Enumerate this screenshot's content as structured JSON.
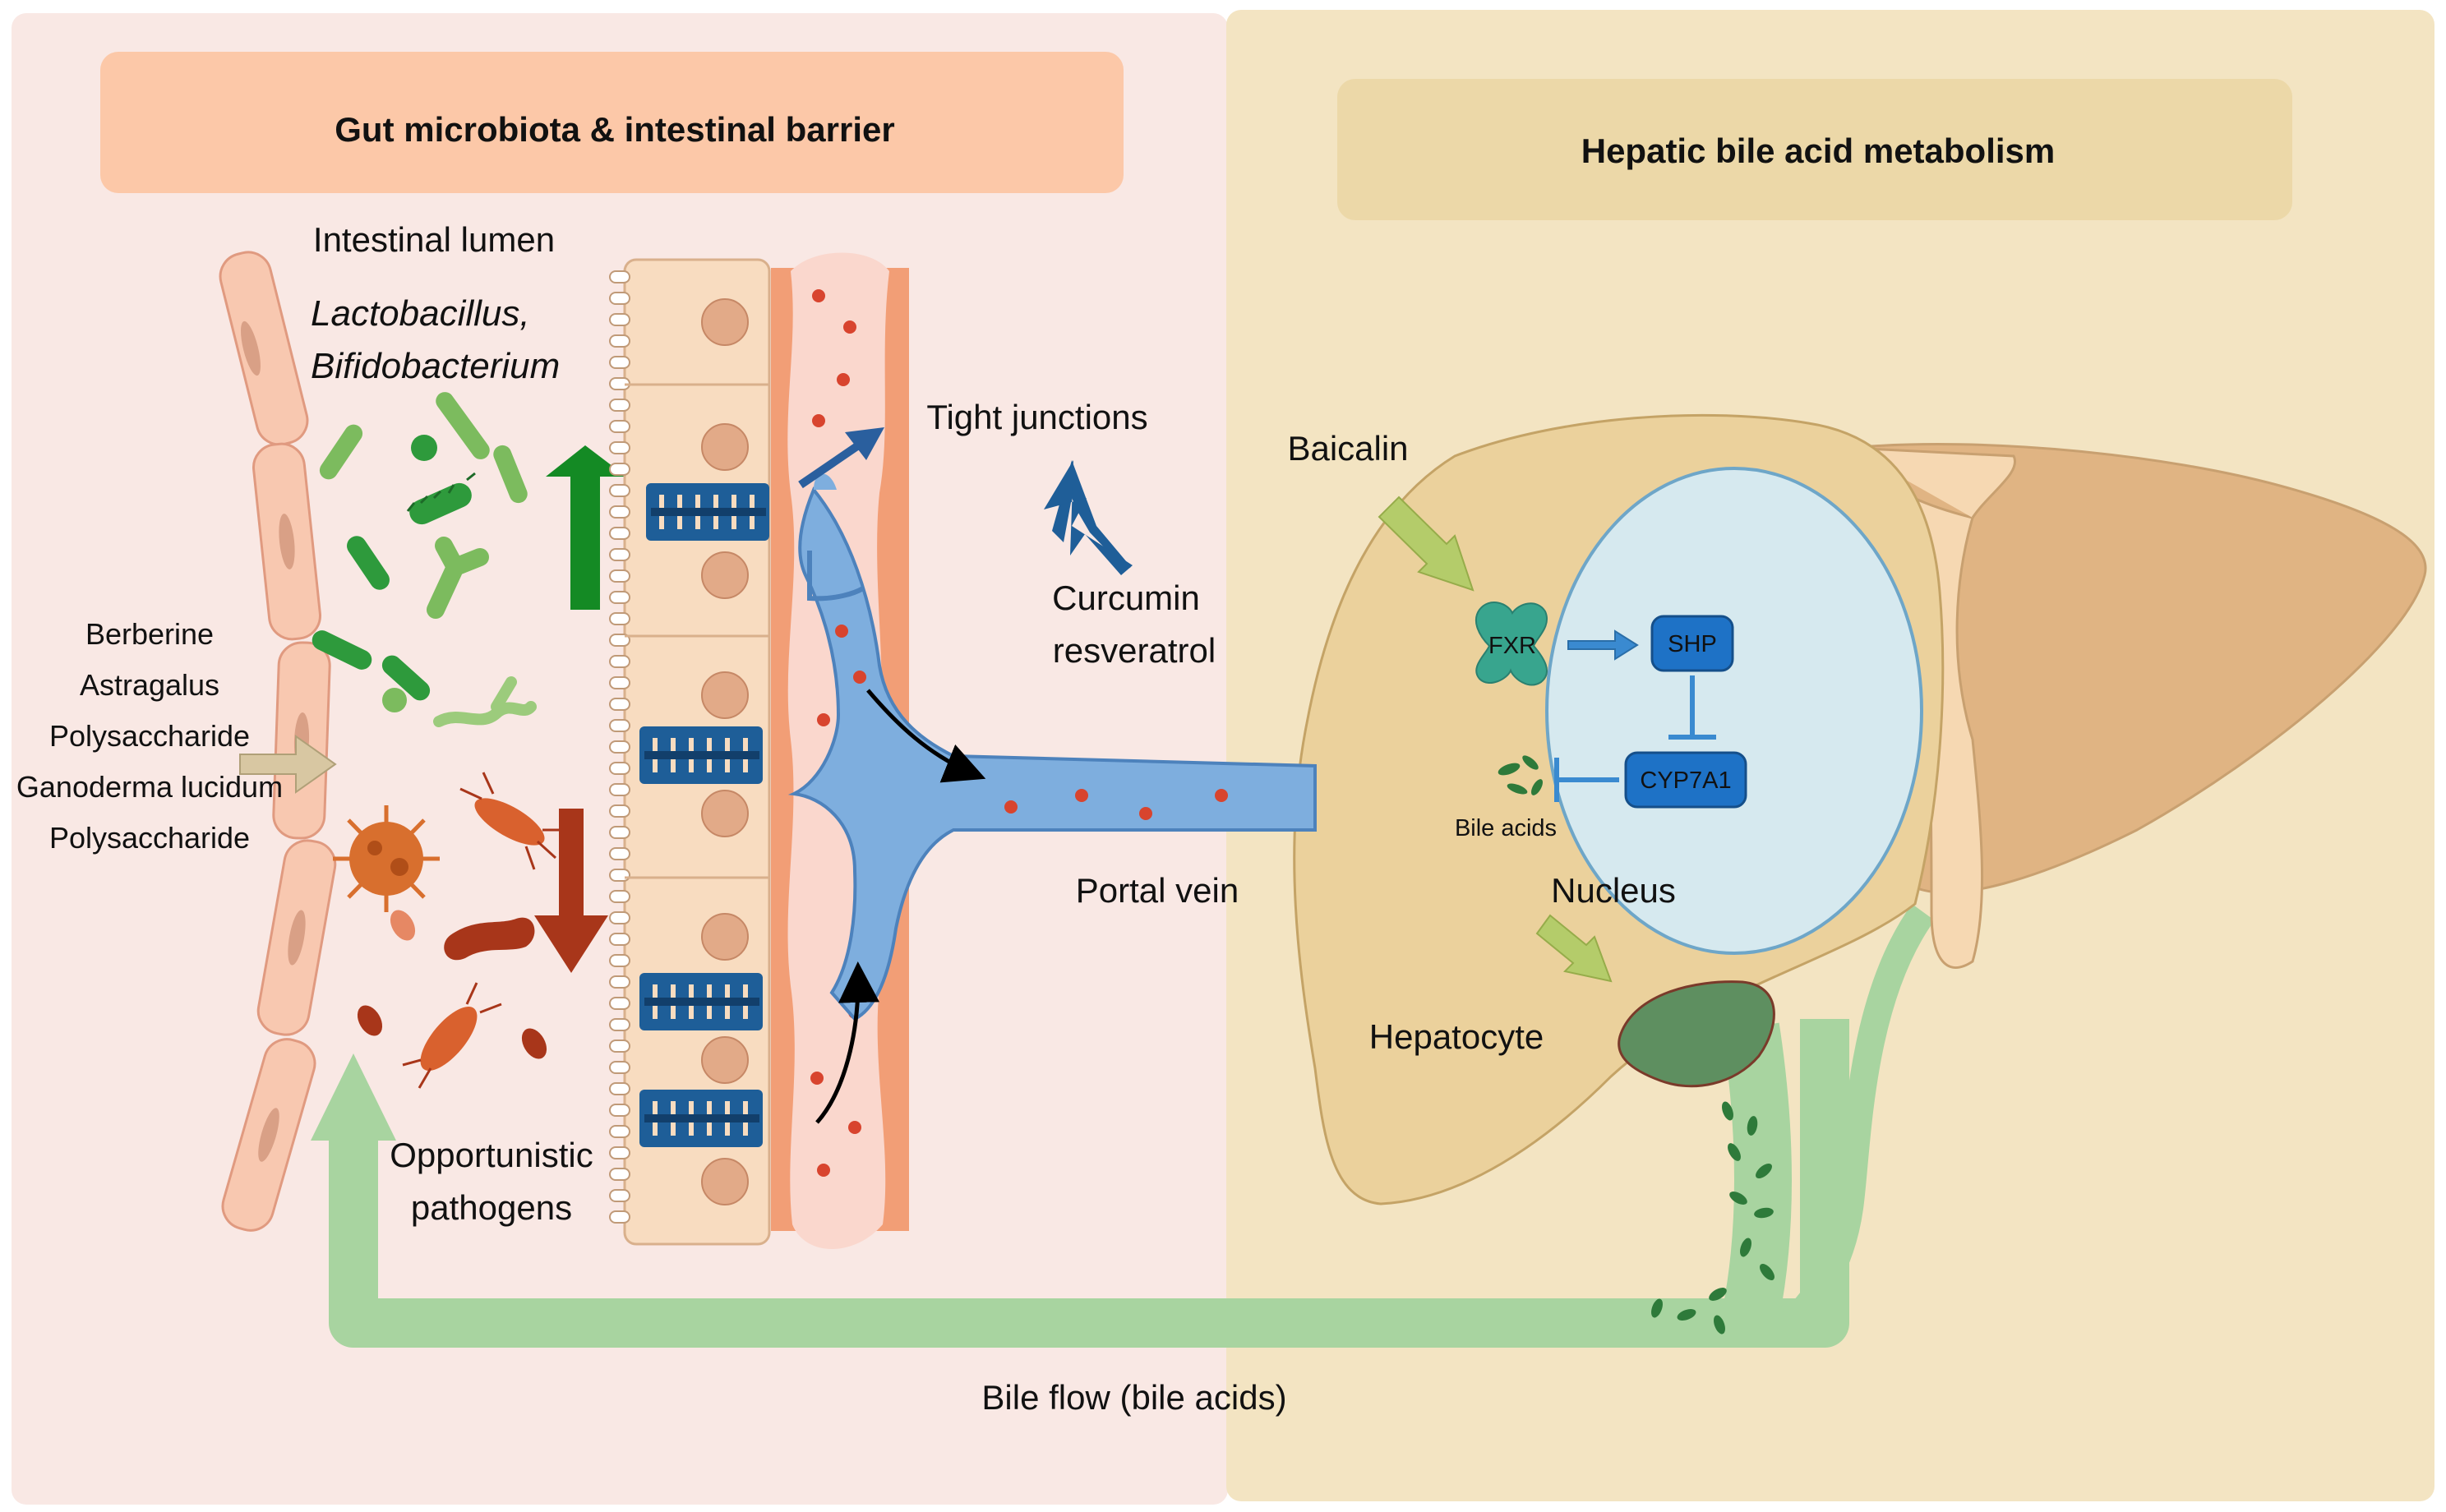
{
  "panels": {
    "left_title": "Gut microbiota & intestinal barrier",
    "right_title": "Hepatic bile acid metabolism"
  },
  "gut": {
    "lumen_label": "Intestinal lumen",
    "beneficial_line1": "Lactobacillus,",
    "beneficial_line2": "Bifidobacterium",
    "pathogens_line1": "Opportunistic",
    "pathogens_line2": "pathogens",
    "tight_junctions": "Tight junctions",
    "curcumin_line1": "Curcumin",
    "curcumin_line2": "resveratrol",
    "portal_vein": "Portal vein",
    "treatments": [
      "Berberine",
      "Astragalus",
      "Polysaccharide",
      "Ganoderma lucidum",
      "Polysaccharide"
    ]
  },
  "liver": {
    "baicalin": "Baicalin",
    "fxr": "FXR",
    "shp": "SHP",
    "cyp7a1": "CYP7A1",
    "bile_acids": "Bile acids",
    "nucleus": "Nucleus",
    "hepatocyte": "Hepatocyte"
  },
  "bile_flow": "Bile flow (bile acids)",
  "colors": {
    "left_bg": "#f9e8e4",
    "right_bg": "#f3e4c2",
    "left_header": "#fcc8a8",
    "right_header": "#ecd8a8",
    "vein": "#7eaede",
    "tight_junction": "#1e5e98",
    "beneficial_arrow": "#148a24",
    "pathogen_arrow": "#a8361a",
    "bile_green": "#a8d4a0",
    "cell_fill": "#f8dcc0"
  }
}
